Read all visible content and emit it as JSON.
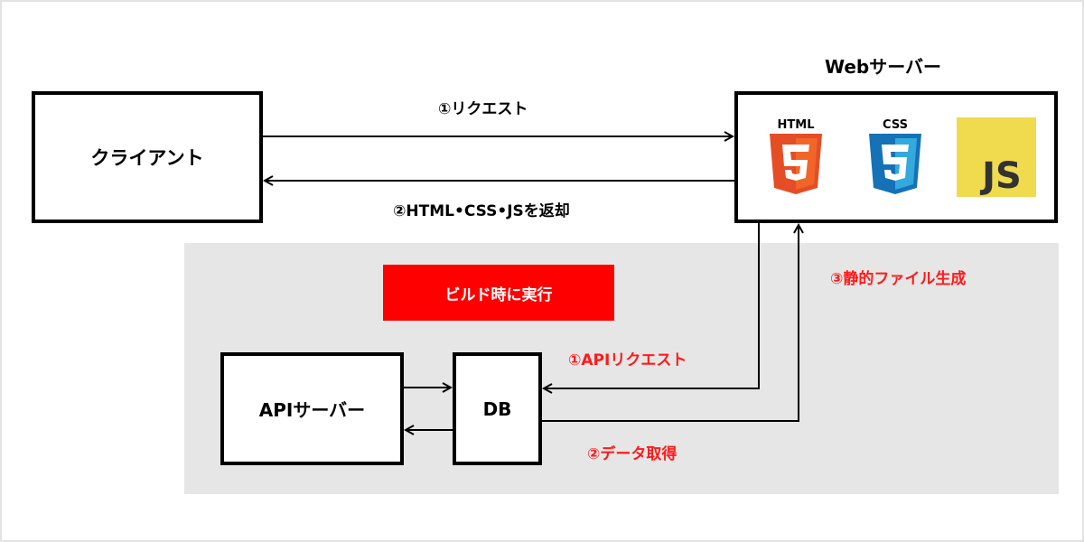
{
  "client": {
    "label": "クライアント"
  },
  "web_server": {
    "title": "Webサーバー",
    "logos": {
      "html": {
        "text": "HTML",
        "icon": "html5-icon",
        "color": "#e44d26"
      },
      "css": {
        "text": "CSS",
        "icon": "css3-icon",
        "color": "#1572b6"
      },
      "js": {
        "text": "JS",
        "icon": "js-icon",
        "color": "#f0db4f"
      }
    }
  },
  "arrows": {
    "request": "①リクエスト",
    "response": "②HTML•CSS•JSを返却",
    "static_gen": "③静的ファイル生成",
    "api_request": "①APIリクエスト",
    "data_fetch": "②データ取得"
  },
  "build_area": {
    "badge": "ビルド時に実行",
    "badge_color": "#ff0000",
    "background": "#e6e6e6"
  },
  "api_server": {
    "label": "APIサーバー"
  },
  "db": {
    "label": "DB"
  },
  "colors": {
    "accent_red": "#ff1a1a",
    "line": "#000000"
  }
}
